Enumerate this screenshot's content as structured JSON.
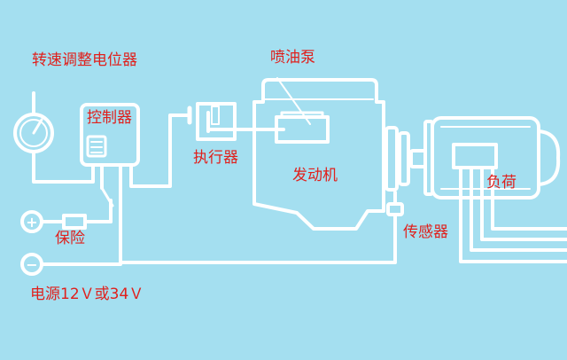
{
  "labels": {
    "potentiometer": "转速调整电位器",
    "controller": "控制器",
    "actuator": "执行器",
    "pump": "喷油泵",
    "engine": "发动机",
    "load": "负荷",
    "sensor": "传感器",
    "fuse": "保险",
    "power": "电源12Ｖ或34Ｖ"
  },
  "symbols": {
    "plus": "+",
    "minus": "−"
  },
  "colors": {
    "background": "#a4dff0",
    "line": "#ffffff",
    "label": "#e0201c"
  },
  "icons": [
    "gauge-icon",
    "plus-terminal-icon",
    "minus-terminal-icon",
    "fuse-icon",
    "switch-icon",
    "sensor-icon"
  ]
}
